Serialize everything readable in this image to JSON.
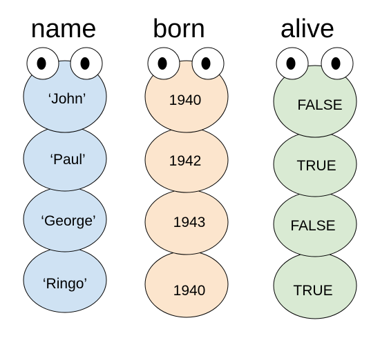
{
  "columns": [
    {
      "key": "name",
      "header": "name",
      "color": "#cfe2f3",
      "values": [
        "‘John’",
        "‘Paul’",
        "‘George’",
        "‘Ringo’"
      ]
    },
    {
      "key": "born",
      "header": "born",
      "color": "#fce5cd",
      "values": [
        "1940",
        "1942",
        "1943",
        "1940"
      ]
    },
    {
      "key": "alive",
      "header": "alive",
      "color": "#d9ead3",
      "values": [
        "FALSE",
        "TRUE",
        "FALSE",
        "TRUE"
      ]
    }
  ],
  "style": {
    "outline": "#000000",
    "eye_white": "#ffffff",
    "pupil": "#000000"
  }
}
